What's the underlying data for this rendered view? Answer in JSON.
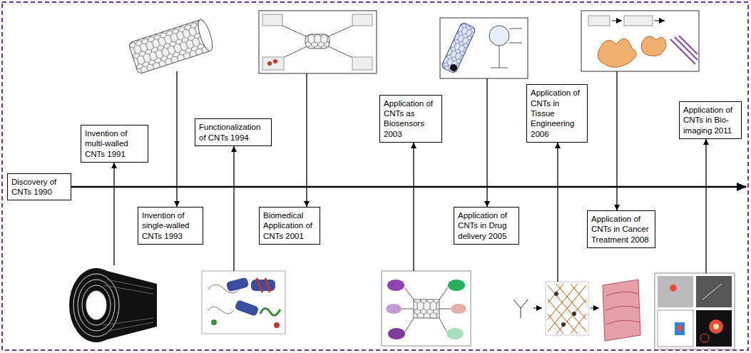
{
  "diagram": {
    "nodes": [
      {
        "text": [
          "Discovery of CNTs 1990"
        ]
      },
      {
        "text": [
          "Invention of multi-walled CNTs 1991"
        ]
      },
      {
        "text": [
          "Invention of single-walled CNTs 1993"
        ]
      },
      {
        "text": [
          "Functionalization of CNTs 1994"
        ]
      },
      {
        "text": [
          "Biomedical Application of CNTs 2001"
        ]
      },
      {
        "text": [
          "Application of CNTs as Biosensors 2003"
        ]
      },
      {
        "text": [
          "Application of CNTs in Drug delivery 2005"
        ]
      },
      {
        "text": [
          "Application of CNTs in Tissue Engineering 2006"
        ]
      },
      {
        "text": [
          "Application of CNTs in Cancer Treatment 2008"
        ]
      },
      {
        "text": [
          "Application of CNTs in Bio-imaging 2011"
        ]
      }
    ]
  }
}
